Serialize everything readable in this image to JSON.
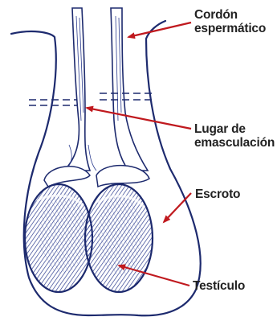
{
  "labels": {
    "cordon": [
      "Cordón",
      "espermático"
    ],
    "lugar": [
      "Lugar de",
      "emasculación"
    ],
    "escroto": "Escroto",
    "testiculo": "Testículo"
  },
  "colors": {
    "arrow": "#c0191e",
    "outline": "#1d2a6e",
    "shade": "#2c3c8f",
    "text": "#222222"
  }
}
